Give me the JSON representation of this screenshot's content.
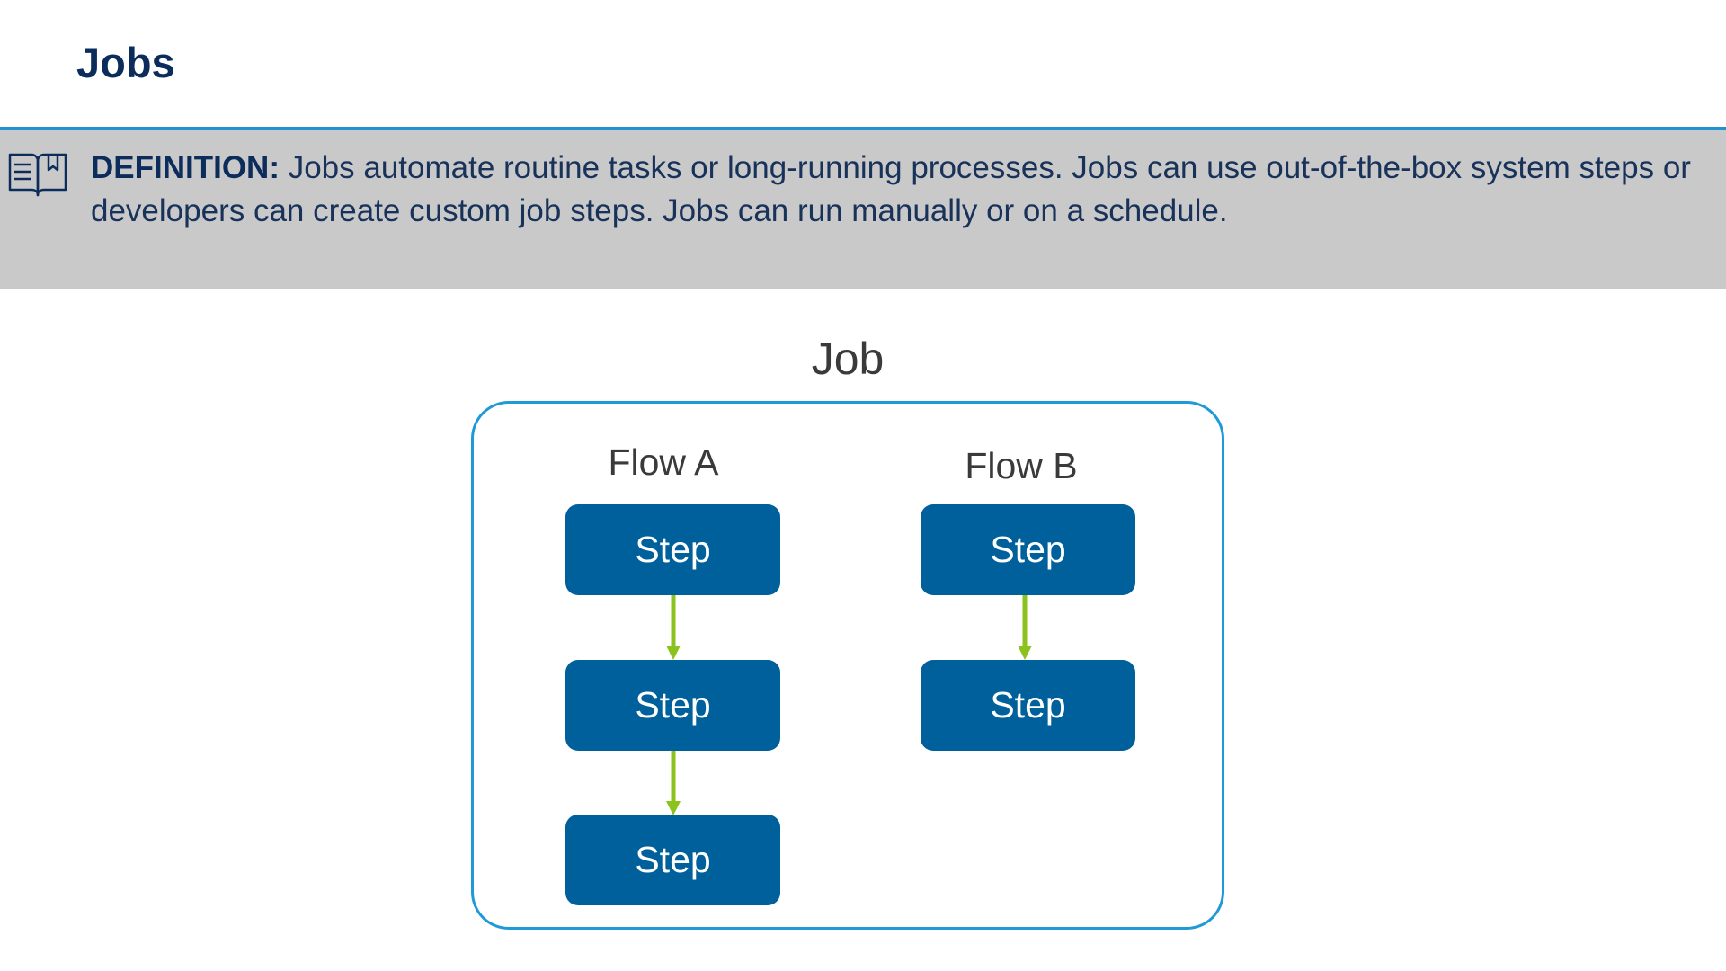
{
  "header": {
    "title": "Jobs"
  },
  "definition": {
    "icon": "book-icon",
    "label": "DEFINITION:",
    "text": " Jobs automate routine tasks or long-running processes. Jobs can use out-of-the-box system steps or developers can create custom job steps. Jobs can run manually or on a schedule."
  },
  "diagram": {
    "job_title": "Job",
    "flows": [
      {
        "label": "Flow A",
        "steps": [
          "Step",
          "Step",
          "Step"
        ]
      },
      {
        "label": "Flow B",
        "steps": [
          "Step",
          "Step"
        ]
      }
    ]
  },
  "colors": {
    "title": "#0c2d5b",
    "accent_rule": "#1f93d1",
    "definition_background": "#c9c9c9",
    "container_border": "#1f9ad6",
    "step_fill": "#00609c",
    "arrow": "#8cc21e"
  }
}
